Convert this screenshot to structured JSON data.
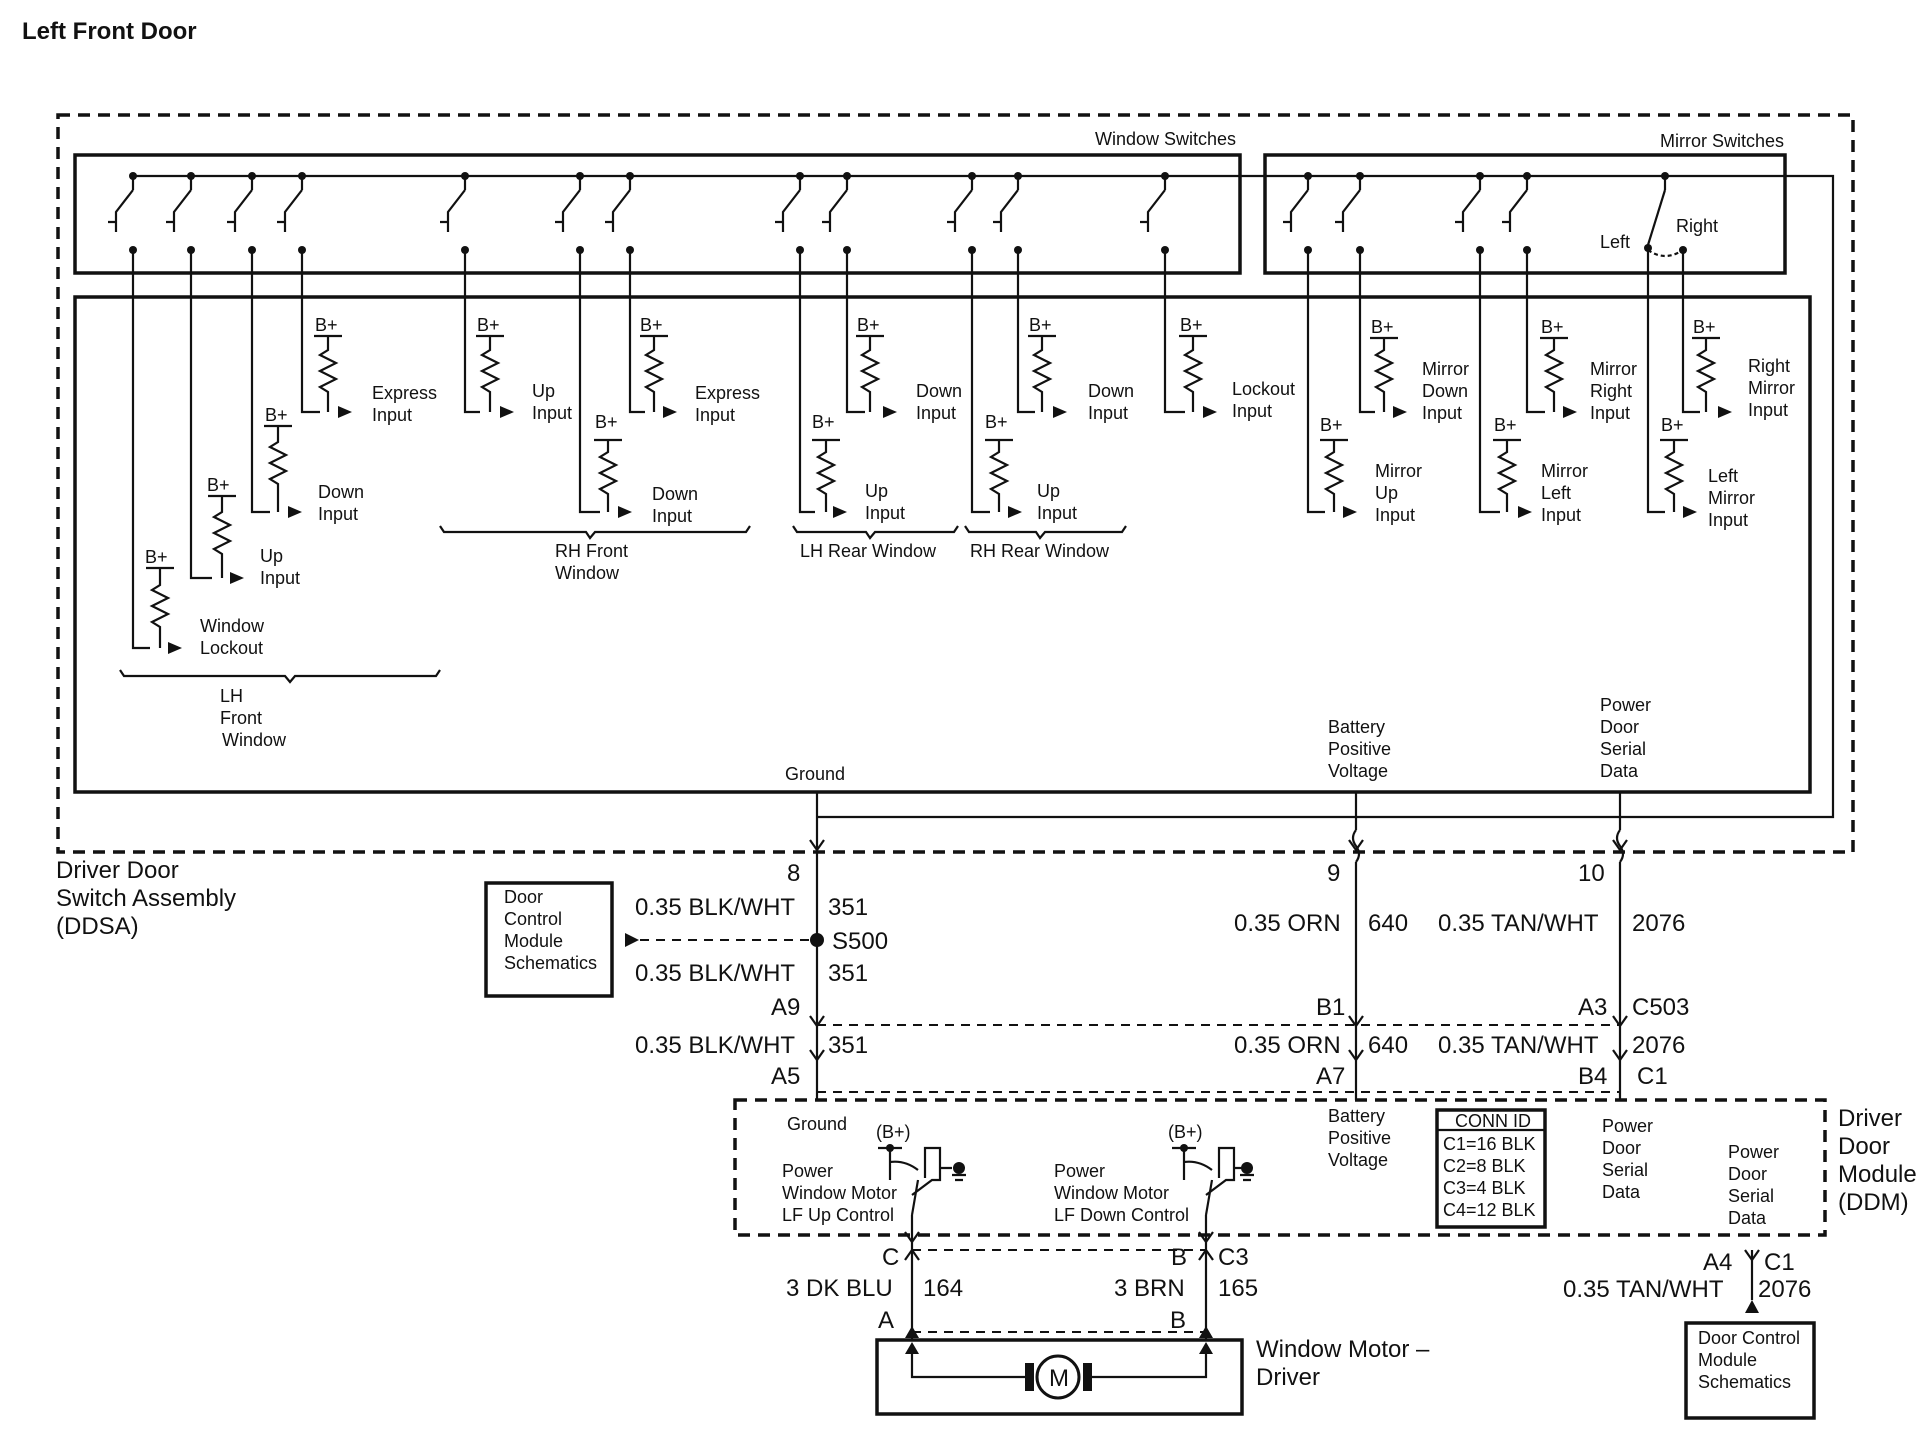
{
  "title": "Left Front Door",
  "ddsa": {
    "name_lines": [
      "Driver Door",
      "Switch Assembly",
      "(DDSA)"
    ],
    "window_switches_label": "Window Switches",
    "mirror_switches_label": "Mirror Switches",
    "left_label": "Left",
    "right_label": "Right",
    "bplus": "B+",
    "inputs": {
      "lh_express": [
        "Express",
        "Input"
      ],
      "lh_down": [
        "Down",
        "Input"
      ],
      "lh_up": [
        "Up",
        "Input"
      ],
      "lh_lockout": [
        "Window",
        "Lockout"
      ],
      "rh_up": [
        "Up",
        "Input"
      ],
      "rh_express": [
        "Express",
        "Input"
      ],
      "rh_down": [
        "Down",
        "Input"
      ],
      "lr_down": [
        "Down",
        "Input"
      ],
      "lr_up": [
        "Up",
        "Input"
      ],
      "rr_down": [
        "Down",
        "Input"
      ],
      "rr_up": [
        "Up",
        "Input"
      ],
      "lockout": [
        "Lockout",
        "Input"
      ],
      "mirror_down": [
        "Mirror",
        "Down",
        "Input"
      ],
      "mirror_up": [
        "Mirror",
        "Up",
        "Input"
      ],
      "mirror_right": [
        "Mirror",
        "Right",
        "Input"
      ],
      "mirror_left": [
        "Mirror",
        "Left",
        "Input"
      ],
      "right_mirror": [
        "Right",
        "Mirror",
        "Input"
      ],
      "left_mirror": [
        "Left",
        "Mirror",
        "Input"
      ]
    },
    "groups": {
      "lh_front": [
        "LH",
        "Front",
        "Window"
      ],
      "rh_front": [
        "RH Front",
        "Window"
      ],
      "lh_rear": "LH Rear Window",
      "rh_rear": "RH Rear Window"
    },
    "ground": "Ground",
    "battery": [
      "Battery",
      "Positive",
      "Voltage"
    ],
    "serial": [
      "Power",
      "Door",
      "Serial",
      "Data"
    ]
  },
  "wiring": {
    "pin8": "8",
    "pin9": "9",
    "pin10": "10",
    "blkwht": "0.35 BLK/WHT",
    "c351": "351",
    "orn": "0.35 ORN",
    "c640": "640",
    "tanwht": "0.35 TAN/WHT",
    "c2076": "2076",
    "splice": "S500",
    "a9": "A9",
    "b1": "B1",
    "a3": "A3",
    "c503": "C503",
    "a5": "A5",
    "a7": "A7",
    "b4": "B4",
    "c1": "C1",
    "ref_box": [
      "Door",
      "Control",
      "Module",
      "Schematics"
    ]
  },
  "ddm": {
    "name_lines": [
      "Driver",
      "Door",
      "Module",
      "(DDM)"
    ],
    "ground": "Ground",
    "bplus_paren": "(B+)",
    "up_control": [
      "Power",
      "Window Motor",
      "LF Up Control"
    ],
    "down_control": [
      "Power",
      "Window Motor",
      "LF Down Control"
    ],
    "battery": [
      "Battery",
      "Positive",
      "Voltage"
    ],
    "serial1": [
      "Power",
      "Door",
      "Serial",
      "Data"
    ],
    "serial2": [
      "Power",
      "Door",
      "Serial",
      "Data"
    ],
    "conn_id": {
      "header": "CONN ID",
      "rows": [
        "C1=16 BLK",
        "C2=8 BLK",
        "C3=4 BLK",
        "C4=12 BLK"
      ]
    }
  },
  "motor": {
    "pin_c": "C",
    "pin_b": "B",
    "conn_c3": "C3",
    "wire1": "3 DK BLU",
    "circ1": "164",
    "wire2": "3 BRN",
    "circ2": "165",
    "pin_a": "A",
    "pin_b2": "B",
    "a4": "A4",
    "c1": "C1",
    "tanwht": "0.35 TAN/WHT",
    "c2076": "2076",
    "symbol": "M",
    "name_lines": [
      "Window Motor –",
      "Driver"
    ],
    "ref_box": [
      "Door Control",
      "Module",
      "Schematics"
    ]
  }
}
